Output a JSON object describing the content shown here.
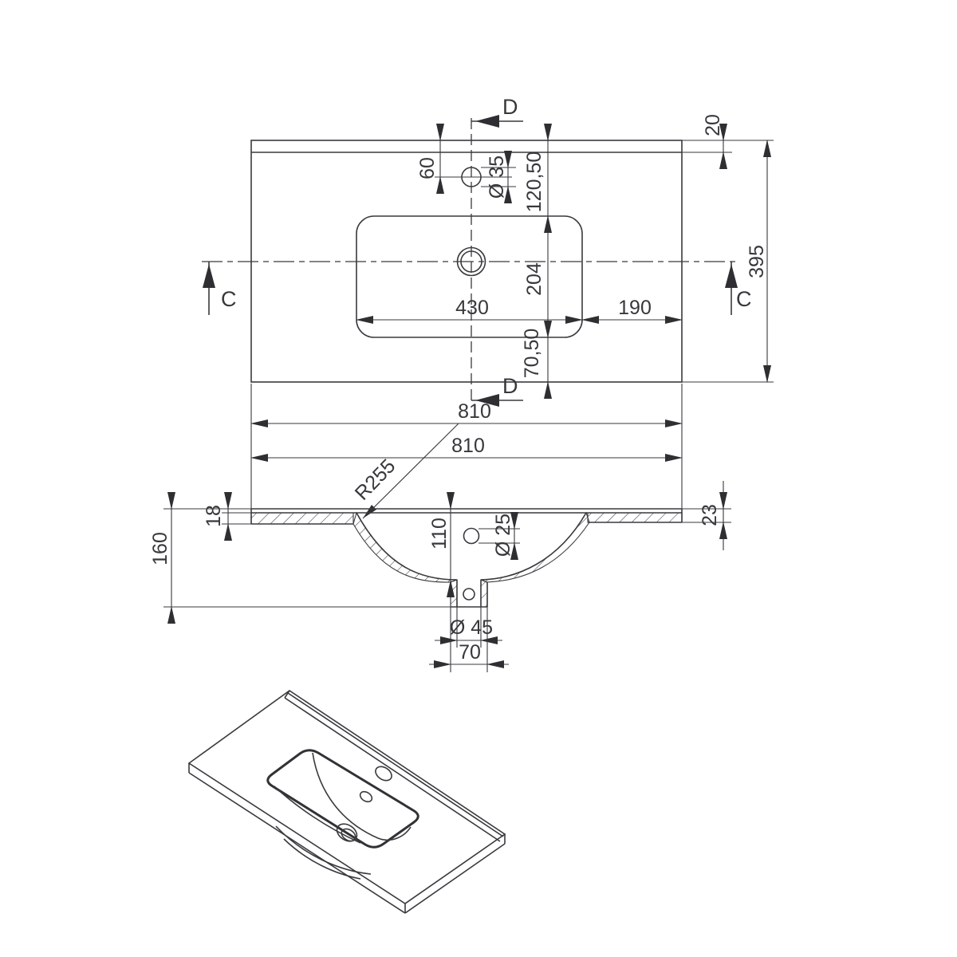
{
  "colors": {
    "line": "#3a3a3e",
    "text": "#38383c",
    "background": "#ffffff"
  },
  "dims": {
    "width_total": "810",
    "depth_total": "395",
    "back_edge": "20",
    "faucet_from_back": "60",
    "faucet_hole_dia": "Ø 35",
    "basin_from_back": "120,50",
    "basin_depth": "204",
    "basin_from_front": "70,50",
    "basin_width": "430",
    "basin_to_right_edge": "190",
    "bowl_radius": "R255",
    "edge_thickness_left": "18",
    "total_height": "160",
    "bowl_depth": "110",
    "overflow_dia": "Ø 25",
    "edge_thickness_right": "23",
    "drain_dia": "Ø 45",
    "drain_flange_width": "70"
  },
  "section_marks": {
    "c": "C",
    "d": "D"
  }
}
